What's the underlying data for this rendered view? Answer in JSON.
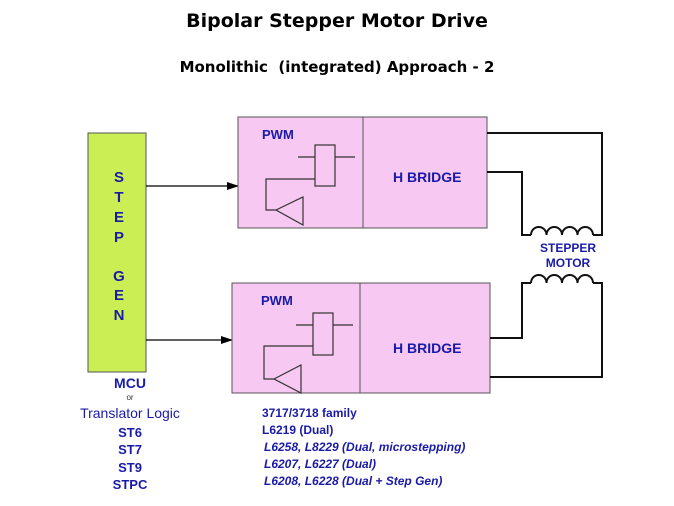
{
  "title": "Bipolar Stepper Motor Drive",
  "subtitle": "Monolithic  (integrated) Approach - 2",
  "step_gen": {
    "letters": [
      "S",
      "T",
      "E",
      "P",
      "",
      "G",
      "E",
      "N"
    ],
    "fill": "#ccee55",
    "text_color": "#1a1aa8"
  },
  "blocks": [
    {
      "pwm_label": "PWM",
      "bridge_label": "H BRIDGE"
    },
    {
      "pwm_label": "PWM",
      "bridge_label": "H BRIDGE"
    }
  ],
  "block_fill": "#f7c8f2",
  "motor": {
    "line1": "STEPPER",
    "line2": "MOTOR"
  },
  "controllers": {
    "main": "MCU",
    "or": "or",
    "alt": "Translator Logic",
    "items": [
      "ST6",
      "ST7",
      "ST9",
      "STPC"
    ]
  },
  "drivers": {
    "normal": [
      "3717/3718 family",
      "L6219 (Dual)"
    ],
    "italic": [
      "L6258, L8229 (Dual, microstepping)",
      "L6207, L6227 (Dual)",
      "L6208, L6228 (Dual + Step Gen)"
    ]
  }
}
